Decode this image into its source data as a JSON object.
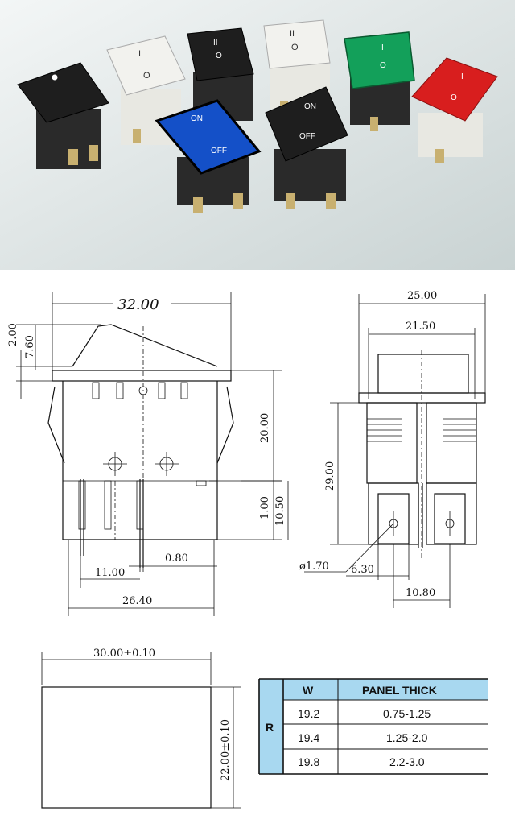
{
  "photo": {
    "switches": [
      {
        "name": "black-dot",
        "rocker_color": "#1e1e1e",
        "markings": [
          "•"
        ]
      },
      {
        "name": "white-io",
        "rocker_color": "#f2f2ee",
        "markings": [
          "I",
          "O"
        ]
      },
      {
        "name": "black-ioi",
        "rocker_color": "#1e1e1e",
        "markings": [
          "II",
          "O"
        ]
      },
      {
        "name": "white-ioi",
        "rocker_color": "#f2f2ee",
        "markings": [
          "II",
          "O"
        ]
      },
      {
        "name": "green-io",
        "rocker_color": "#13a05a",
        "markings": [
          "I",
          "O"
        ]
      },
      {
        "name": "red-io",
        "rocker_color": "#d81e1e",
        "markings": [
          "I",
          "O"
        ]
      },
      {
        "name": "blue-onoff",
        "rocker_color": "#1450c8",
        "markings": [
          "ON",
          "OFF"
        ]
      },
      {
        "name": "black-onoff",
        "rocker_color": "#1e1e1e",
        "markings": [
          "ON",
          "OFF"
        ]
      }
    ]
  },
  "front_view": {
    "dim_width": "32.00",
    "dim_2": "2.00",
    "dim_7_60": "7.60",
    "dim_20": "20.00",
    "dim_1": "1.00",
    "dim_10_50": "10.50",
    "dim_0_80": "0.80",
    "dim_11": "11.00",
    "dim_26_40": "26.40"
  },
  "side_view": {
    "dim_25": "25.00",
    "dim_21_50": "21.50",
    "dim_29": "29.00",
    "dim_hole": "ø1.70",
    "dim_6_30": "6.30",
    "dim_10_80": "10.80"
  },
  "cutout": {
    "dim_width": "30.00±0.10",
    "dim_height": "22.00±0.10"
  },
  "table": {
    "row_label": "R",
    "headers": [
      "W",
      "PANEL THICK"
    ],
    "rows": [
      [
        "19.2",
        "0.75-1.25"
      ],
      [
        "19.4",
        "1.25-2.0"
      ],
      [
        "19.8",
        "2.2-3.0"
      ]
    ],
    "header_color": "#a8d8f0"
  }
}
